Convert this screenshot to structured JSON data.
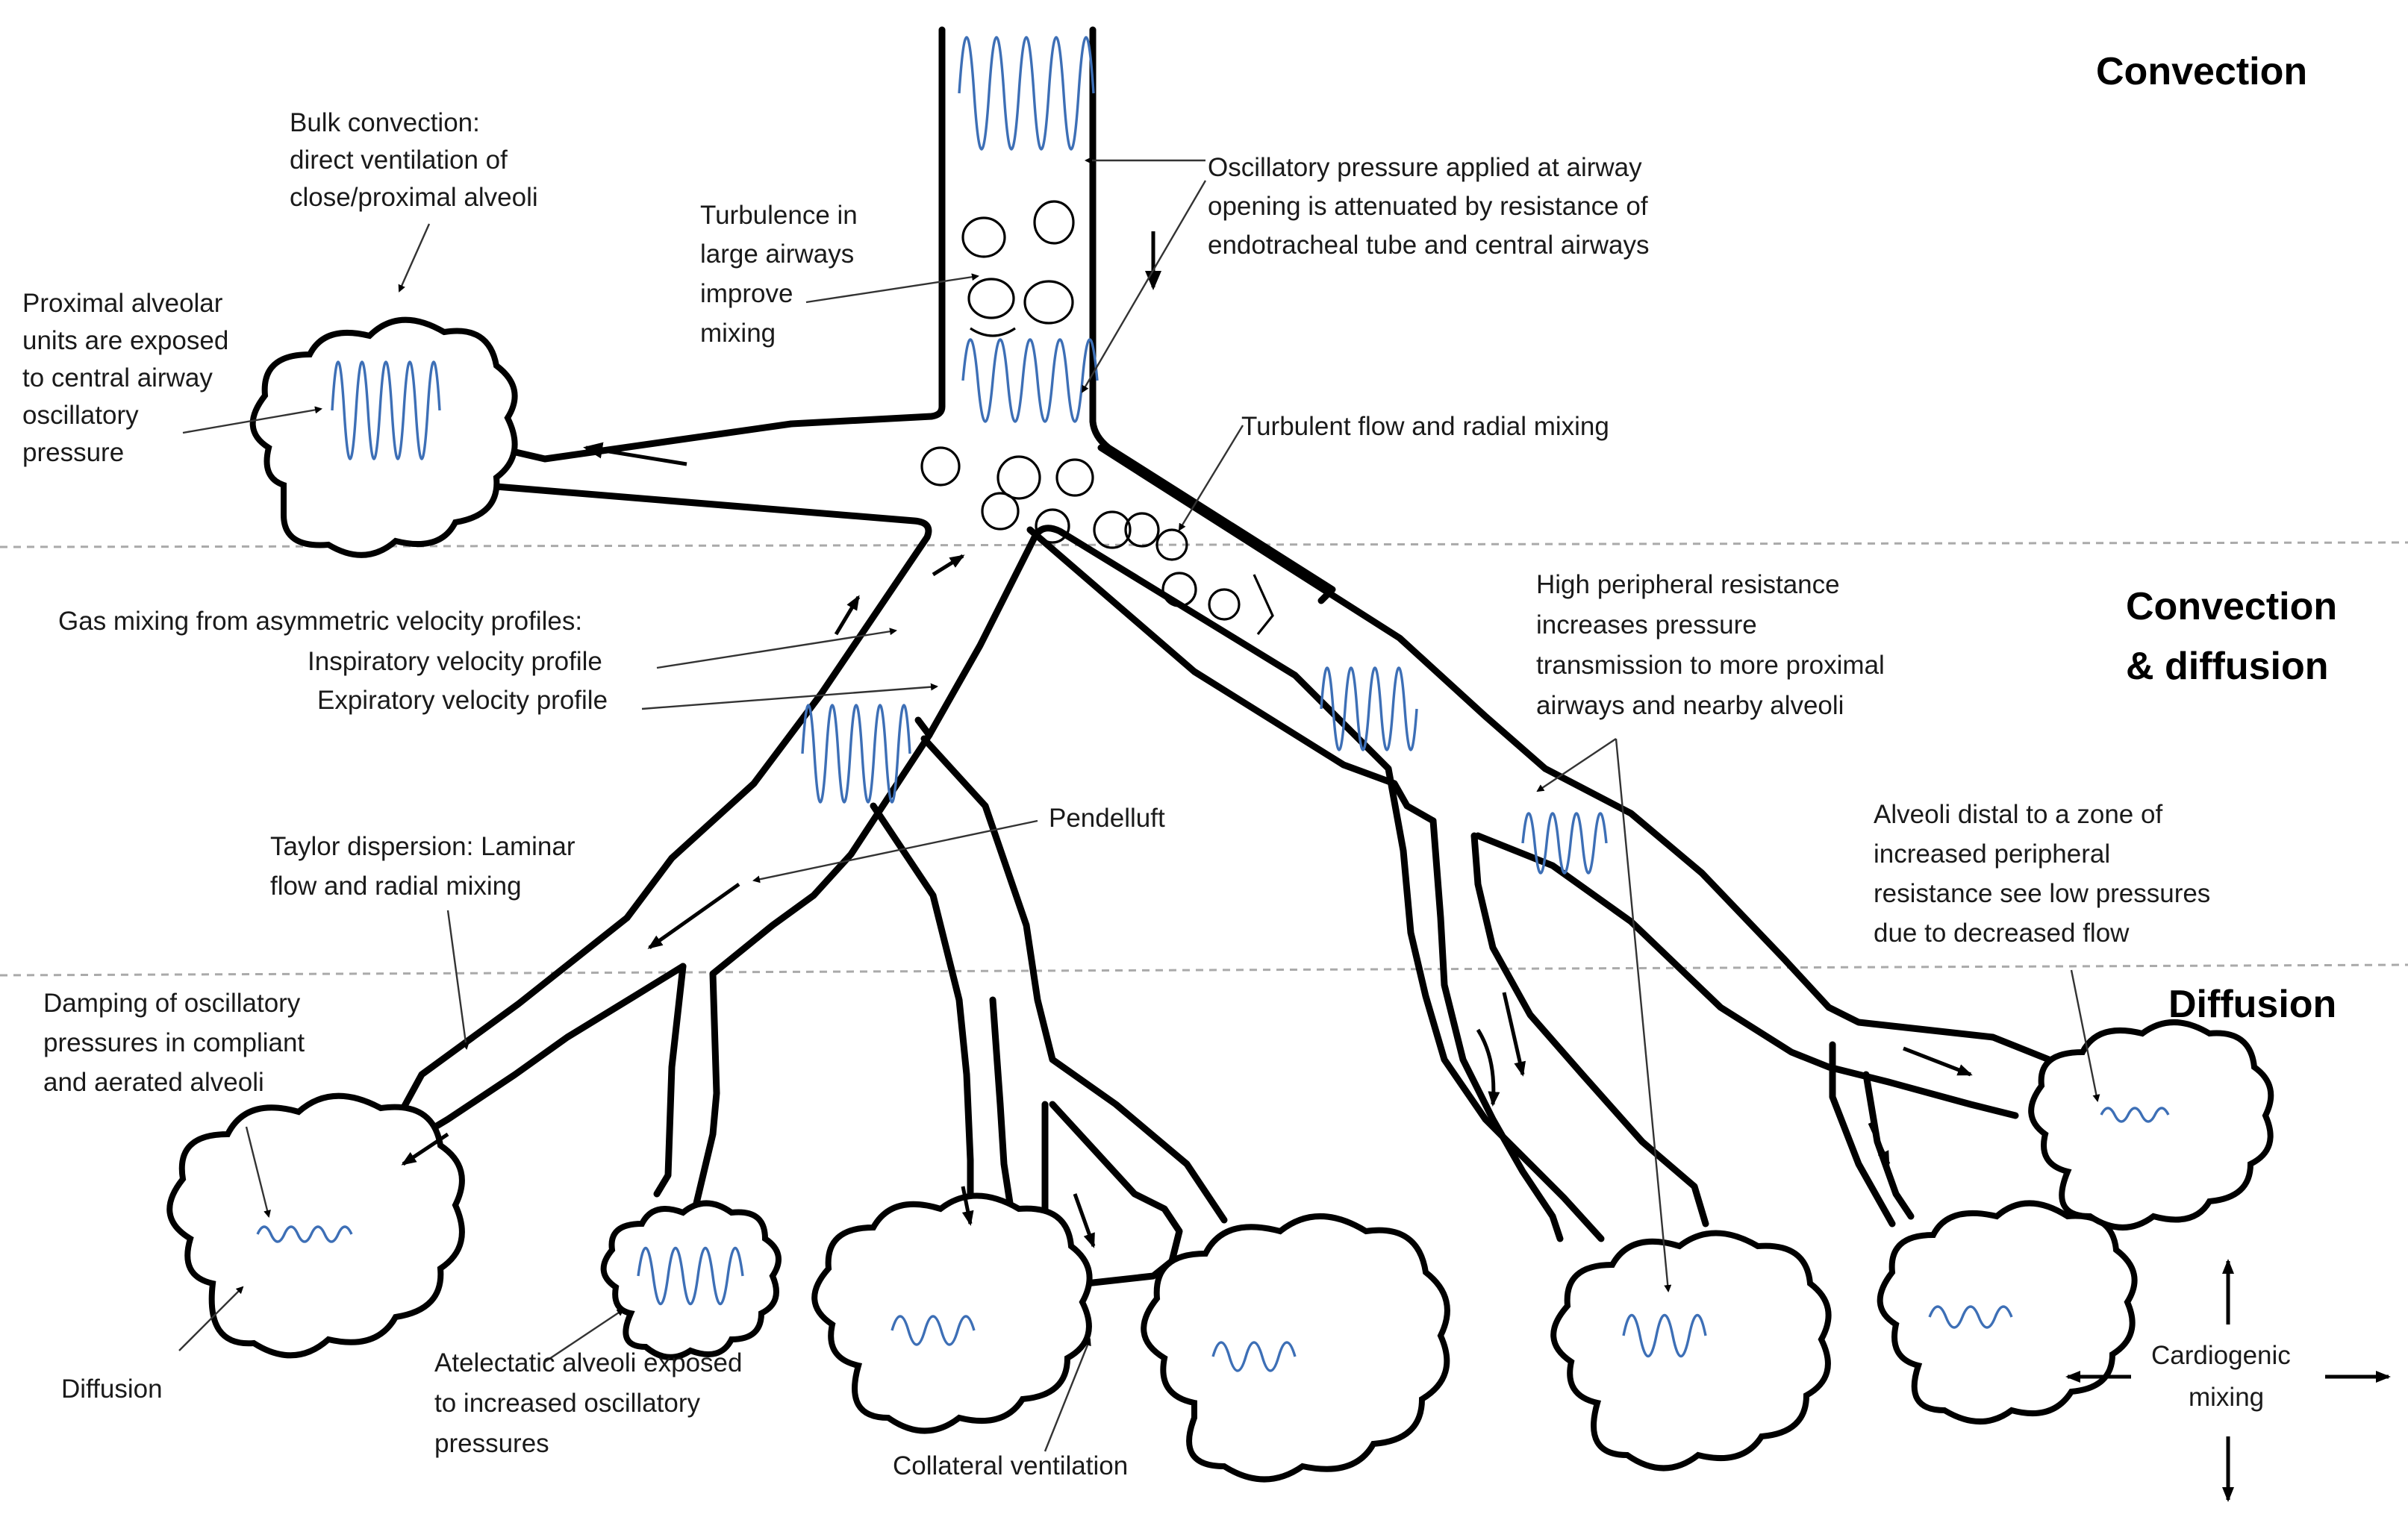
{
  "zones": {
    "convection": "Convection",
    "convection_diffusion_1": "Convection",
    "convection_diffusion_2": "& diffusion",
    "diffusion": "Diffusion"
  },
  "labels": {
    "bulk_convection": [
      "Bulk convection:",
      "direct ventilation of",
      "close/proximal alveoli"
    ],
    "proximal_units": [
      "Proximal alveolar",
      "units are exposed",
      "to central airway",
      "oscillatory",
      "pressure"
    ],
    "turbulence_large": [
      "Turbulence in",
      "large airways",
      "improve",
      "mixing"
    ],
    "oscillatory_applied": [
      "Oscillatory pressure applied at airway",
      "opening is attenuated by resistance of",
      "endotracheal tube and central airways"
    ],
    "turbulent_radial": "Turbulent flow and radial mixing",
    "gas_mixing": [
      "Gas mixing from asymmetric  velocity profiles:",
      "Inspiratory velocity profile",
      "Expiratory velocity profile"
    ],
    "high_peripheral": [
      "High peripheral resistance",
      "increases pressure",
      "transmission to more proximal",
      "airways and nearby alveoli"
    ],
    "pendelluft": "Pendelluft",
    "taylor": [
      "Taylor dispersion: Laminar",
      "flow and radial mixing"
    ],
    "alveoli_distal": [
      "Alveoli distal to a zone of",
      "increased peripheral",
      "resistance see low pressures",
      "due to decreased flow"
    ],
    "damping": [
      "Damping of oscillatory",
      "pressures in compliant",
      "and aerated alveoli"
    ],
    "diffusion_label": "Diffusion",
    "atelectatic": [
      "Atelectatic alveoli exposed",
      "to increased oscillatory",
      "pressures"
    ],
    "collateral": "Collateral ventilation",
    "cardiogenic": [
      "Cardiogenic",
      "mixing"
    ]
  },
  "colors": {
    "oscillation": "#3d6fb6",
    "wall": "#000000",
    "divider": "#aaaaaa"
  }
}
